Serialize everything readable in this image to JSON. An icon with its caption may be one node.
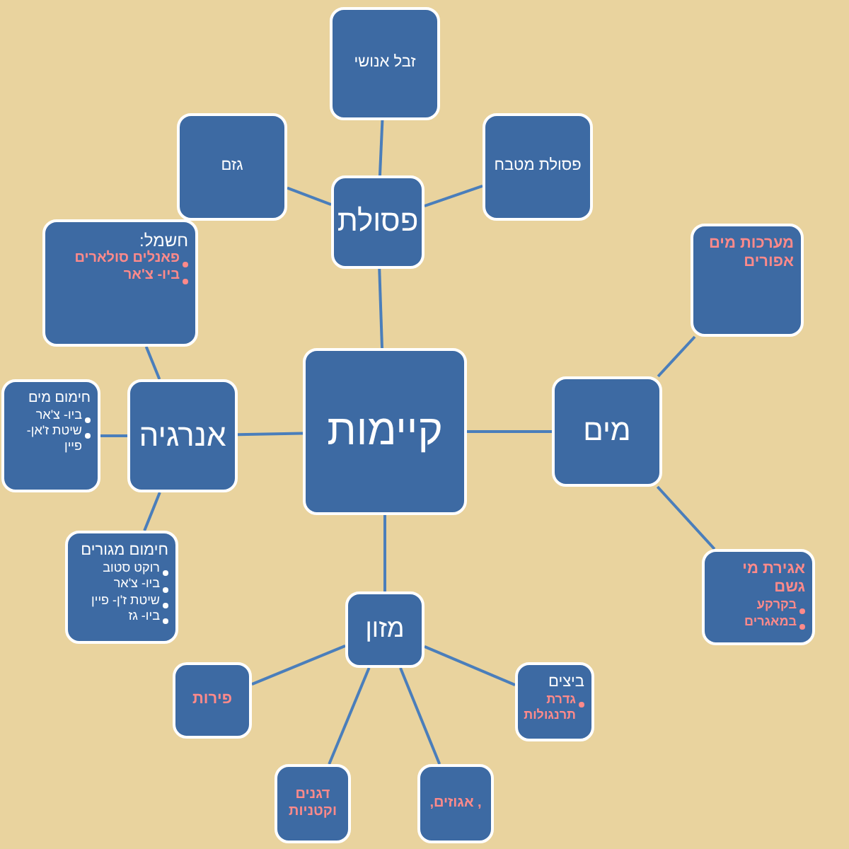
{
  "diagram": {
    "nodes": [
      {
        "text": [
          "קיימות"
        ]
      },
      {
        "text": [
          "פסולת"
        ]
      },
      {
        "text": [
          "זבל אנושי"
        ]
      },
      {
        "text": [
          "גזם"
        ]
      },
      {
        "text": [
          "פסולת מטבח"
        ]
      },
      {
        "text": [
          "אנרגיה"
        ]
      },
      {
        "text": [
          "חשמל:",
          "פאנלים סולארים",
          "ביו- צ'אר"
        ]
      },
      {
        "text": [
          "חימום מים",
          "ביו- צ'אר",
          "שיטת ז'אן- פיין"
        ]
      },
      {
        "text": [
          "חימום מגורים",
          "רוקט סטוב",
          "ביו- צ'אר",
          "שיטת ז'ן- פיין",
          "ביו- גז"
        ]
      },
      {
        "text": [
          "מים"
        ]
      },
      {
        "text": [
          "מערכות מים אפורים"
        ]
      },
      {
        "text": [
          "אגירת מי גשם",
          "בקרקע",
          "במאגרים"
        ]
      },
      {
        "text": [
          "מזון"
        ]
      },
      {
        "text": [
          "פירות"
        ]
      },
      {
        "text": [
          "דגנים וקטניות"
        ]
      },
      {
        "text": [
          ", אגוזים,"
        ]
      },
      {
        "text": [
          "ביצים",
          "גדרת תרנגולות"
        ]
      }
    ],
    "edges": [
      {
        "from": 0,
        "to": 1,
        "arrow": "none"
      },
      {
        "from": 1,
        "to": 2,
        "arrow": "none"
      },
      {
        "from": 1,
        "to": 3,
        "arrow": "none"
      },
      {
        "from": 1,
        "to": 4,
        "arrow": "none"
      },
      {
        "from": 0,
        "to": 5,
        "arrow": "none"
      },
      {
        "from": 5,
        "to": 6,
        "arrow": "none"
      },
      {
        "from": 5,
        "to": 7,
        "arrow": "none"
      },
      {
        "from": 5,
        "to": 8,
        "arrow": "none"
      },
      {
        "from": 0,
        "to": 9,
        "arrow": "none"
      },
      {
        "from": 9,
        "to": 10,
        "arrow": "none"
      },
      {
        "from": 9,
        "to": 11,
        "arrow": "none"
      },
      {
        "from": 0,
        "to": 12,
        "arrow": "none"
      },
      {
        "from": 12,
        "to": 13,
        "arrow": "none"
      },
      {
        "from": 12,
        "to": 14,
        "arrow": "none"
      },
      {
        "from": 12,
        "to": 15,
        "arrow": "none"
      },
      {
        "from": 12,
        "to": 16,
        "arrow": "none"
      }
    ]
  }
}
